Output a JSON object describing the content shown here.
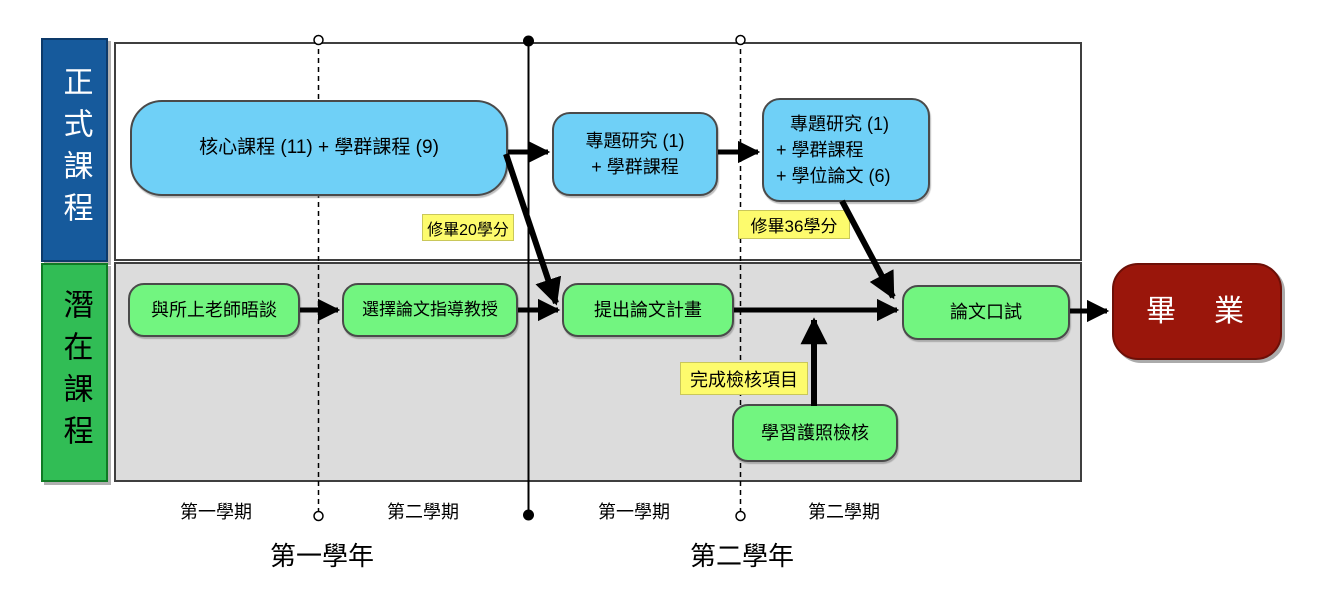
{
  "lanes": {
    "formal": {
      "label": "正式課程",
      "bg": "#165A9C",
      "text_color": "#FFFFFF"
    },
    "latent": {
      "label": "潛在課程",
      "bg": "#31BD55",
      "text_color": "#000000"
    }
  },
  "formal_courses": {
    "core": {
      "line1": "核心課程 (11) + 學群課程 (9)"
    },
    "seminar_y2s1": {
      "line1": "專題研究 (1)",
      "line2": "+ 學群課程"
    },
    "seminar_y2s2": {
      "line1": "專題研究 (1)",
      "line2": "+ 學群課程",
      "line3": "+ 學位論文 (6)"
    }
  },
  "latent_steps": {
    "interview": "與所上老師晤談",
    "choose_advisor": "選擇論文指導教授",
    "proposal": "提出論文計畫",
    "oral_exam": "論文口試",
    "passport_check": "學習護照檢核"
  },
  "milestones": {
    "credits20": "修畢20學分",
    "credits36": "修畢36學分",
    "checklist": "完成檢核項目"
  },
  "graduation": {
    "label": "畢　業",
    "bg": "#9A160B"
  },
  "timeline": {
    "semesters": [
      "第一學期",
      "第二學期",
      "第一學期",
      "第二學期"
    ],
    "years": [
      "第一學年",
      "第二學年"
    ]
  },
  "colors": {
    "formal_box": "#6FD0F7",
    "latent_box": "#72F580",
    "milestone_bg": "#FDFB6D",
    "latent_region_bg": "#DCDCDC",
    "formal_region_bg": "#FFFFFF",
    "graduation_bg": "#9A160B",
    "lane_formal_bg": "#165A9C",
    "lane_latent_bg": "#31BD55"
  }
}
